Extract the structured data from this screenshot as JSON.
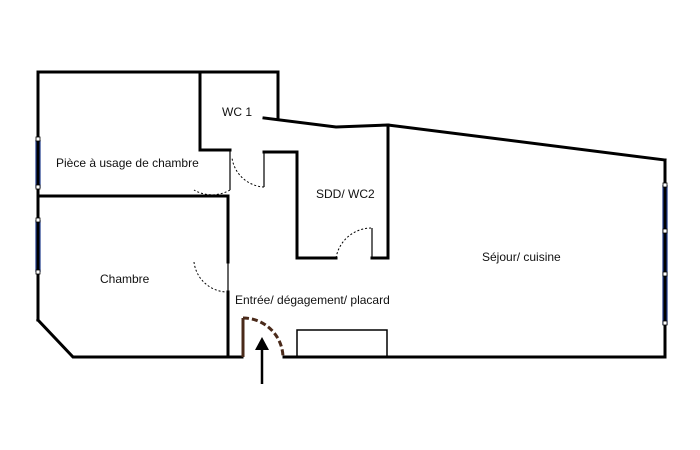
{
  "rooms": {
    "bedroom_room": "Pièce à usage de chambre",
    "wc1": "WC 1",
    "bathroom_wc2": "SDD/ WC2",
    "living_kitchen": "Séjour/ cuisine",
    "bedroom": "Chambre",
    "entry_hall": "Entrée/ dégagement/ placard"
  },
  "colors": {
    "walls": "#000000",
    "windows": "#1e3a8a",
    "entry_door": "#4a2a1a"
  },
  "icons": {
    "entry": "entry-arrow-icon"
  }
}
